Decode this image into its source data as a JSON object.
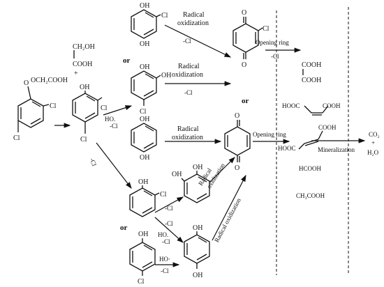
{
  "labels": {
    "radical_oxidization": "Radical oxidization",
    "radical_oxidization_line1": "Radical",
    "radical_oxidization_line2": "oxidization",
    "minus_cl": "-Cl",
    "opening_ring": "Opening ring",
    "mineralization": "Mineralization",
    "or": "or",
    "plus": "+",
    "ho_radical": "HO·",
    "ho_radical_alt": "HO.",
    "ho_radical_dot": "HO·"
  },
  "formulas": {
    "oh": "OH",
    "cl": "Cl",
    "o_atom": "O",
    "ch2oh": "CH₂OH",
    "cooh": "COOH",
    "och2cooh": "OCH₂COOH",
    "hooc": "HOOC",
    "hcooh": "HCOOH",
    "ch3cooh": "CH₃COOH",
    "co2": "CO₂",
    "h2o": "H₂O"
  }
}
